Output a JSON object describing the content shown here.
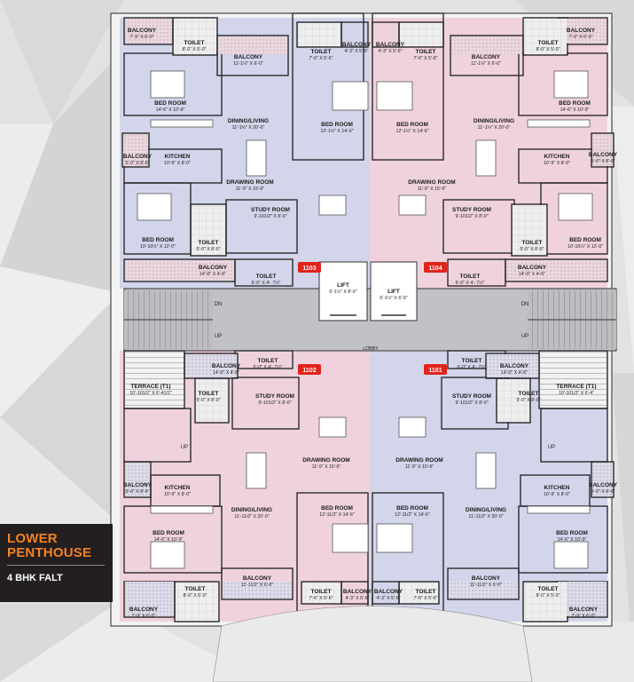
{
  "title": "LOWER PENTHOUSE",
  "subtitle": "4 BHK FALT",
  "flat_numbers": {
    "top_left": "1103",
    "top_right": "1104",
    "bottom_left": "1102",
    "bottom_right": "1101"
  },
  "core": {
    "lobby": "LOBBY",
    "lift_left": {
      "name": "LIFT",
      "dim": "6'-1½\" X 8'-9\""
    },
    "lift_right": {
      "name": "LIFT",
      "dim": "6'-1½\" X 6'-9\""
    },
    "stair_dn": "DN",
    "stair_up": "UP"
  },
  "rooms": {
    "tl": {
      "balcony_corner": [
        "BALCONY",
        "7'-9\" X 6'-0\""
      ],
      "toilet_top": [
        "TOILET",
        "8'-0\" X 5'-0\""
      ],
      "balcony_top": [
        "BALCONY",
        "11'-1½\" X 6'-0\""
      ],
      "bed_1": [
        "BED ROOM",
        "14'-6\" X 10'-9\""
      ],
      "dining": [
        "DINING/LIVING",
        "11'-1½\" X 20'-0\""
      ],
      "bed_master": [
        "BED ROOM",
        "12'-1½\" X 14'-6\""
      ],
      "toilet_master": [
        "TOILET",
        "7'-6\" X 5'-6\""
      ],
      "balcony_master": [
        "BALCONY",
        "4'-3\" X 5'-6\""
      ],
      "balcony_kitchen": [
        "BALCONY",
        "5'-0\" X 8'-6\""
      ],
      "kitchen": [
        "KITCHEN",
        "10'-9\" X 8'-0\""
      ],
      "drawing": [
        "DRAWING ROOM",
        "11'-9\" X 15'-6\""
      ],
      "study": [
        "STUDY ROOM",
        "9'-101/2\" X 8'-0\""
      ],
      "bed_2": [
        "BED ROOM",
        "10'-10½\" X 12'-0\""
      ],
      "toilet_small": [
        "TOILET",
        "5'-0\" X 8'-0\""
      ],
      "balcony_bottom": [
        "BALCONY",
        "14'-0\" X 4'-6\""
      ],
      "toilet_lobby": [
        "TOILET",
        "6'-0\" X 4'- 7½\""
      ]
    },
    "tr": {
      "balcony_corner": [
        "BALCONY",
        "7'-9\" X 6'-0\""
      ],
      "toilet_top": [
        "TOILET",
        "8'-0\" X 5'-0\""
      ],
      "balcony_top": [
        "BALCONY",
        "11'-1½\" X 6'-0\""
      ],
      "bed_1": [
        "BED ROOM",
        "14'-6\" X 10'-9\""
      ],
      "dining": [
        "DINING/LIVING",
        "11'-1½\" X 20'-0\""
      ],
      "bed_master": [
        "BED ROOM",
        "12'-1½\" X 14'-6\""
      ],
      "toilet_master": [
        "TOILET",
        "7'-6\" X 5'-6\""
      ],
      "balcony_master": [
        "BALCONY",
        "4'-3\" X 5'-6\""
      ],
      "balcony_kitchen": [
        "BALCONY",
        "5'-0\" X 8'-6\""
      ],
      "kitchen": [
        "KITCHEN",
        "10'-9\" X 8'-0\""
      ],
      "drawing": [
        "DRAWING ROOM",
        "11'-9\" X 15'-6\""
      ],
      "study": [
        "STUDY ROOM",
        "9'-101/2\" X 8'-0\""
      ],
      "bed_2": [
        "BED ROOM",
        "10'-10½\" X 12'-0\""
      ],
      "toilet_small": [
        "TOILET",
        "5'-0\" X 8'-0\""
      ],
      "balcony_bottom": [
        "BALCONY",
        "14'-0\" X 4'-6\""
      ],
      "toilet_lobby": [
        "TOILET",
        "6'-0\" X 4'- 7½\""
      ]
    },
    "bl": {
      "toilet_lobby": [
        "TOILET",
        "6'-0\" X 4'- 7½\""
      ],
      "terrace": [
        "TERRACE (T1)",
        "10'-101/2\" X 6'-41/2\""
      ],
      "balcony_top": [
        "BALCONY",
        "14'-0\" X 4'-6\""
      ],
      "toilet_small": [
        "TOILET",
        "5'-0\" X 8'-0\""
      ],
      "study": [
        "STUDY ROOM",
        "9'-101/2\" X 8'-0\""
      ],
      "drawing": [
        "DRAWING ROOM",
        "11'-9\" X 15'-6\""
      ],
      "kitchen": [
        "KITCHEN",
        "10'-9\" X 8'-0\""
      ],
      "balcony_kitchen": [
        "BALCONY",
        "5'-0\" X 8'-6\""
      ],
      "dining": [
        "DINING/LIVING",
        "11'-11/2\" X 20'-0\""
      ],
      "bed_master": [
        "BED ROOM",
        "12'-11/2\" X 14'-6\""
      ],
      "bed_1": [
        "BED ROOM",
        "14'-6\" X 10'-9\""
      ],
      "balcony_dining": [
        "BALCONY",
        "11'-11/2\" X 6'-0\""
      ],
      "toilet_bottom": [
        "TOILET",
        "8'-0\" X 5'-0\""
      ],
      "toilet_master": [
        "TOILET",
        "7'-6\" X 5'-6\""
      ],
      "balcony_master": [
        "BALCONY",
        "4'-3\" X 5'-6\""
      ],
      "balcony_corner": [
        "BALCONY",
        "7'-9\" X 6'-0\""
      ],
      "stair_up": "UP"
    },
    "br": {
      "toilet_lobby": [
        "TOILET",
        "6'-0\" X 4'- 7½\""
      ],
      "terrace": [
        "TERRACE (T1)",
        "10'-101/2\" X 6'-4\""
      ],
      "balcony_top": [
        "BALCONY",
        "14'-0\" X 4'-6\""
      ],
      "toilet_small": [
        "TOILET",
        "5'-0\" X 8'-0\""
      ],
      "study": [
        "STUDY ROOM",
        "9'-101/2\" X 8'-0\""
      ],
      "drawing": [
        "DRAWING ROOM",
        "11'-9\" X 15'-6\""
      ],
      "kitchen": [
        "KITCHEN",
        "10'-9\" X 8'-0\""
      ],
      "balcony_kitchen": [
        "BALCONY",
        "5'-0\" X 8'-6\""
      ],
      "dining": [
        "DINING/LIVING",
        "11'-11/2\" X 20'-0\""
      ],
      "bed_master": [
        "BED ROOM",
        "12'-11/2\" X 14'-6\""
      ],
      "bed_1": [
        "BED ROOM",
        "14'-6\" X 10'-9\""
      ],
      "balcony_dining": [
        "BALCONY",
        "11'-11/2\" X 6'-0\""
      ],
      "toilet_bottom": [
        "TOILET",
        "8'-0\" X 5'-0\""
      ],
      "toilet_master": [
        "TOILET",
        "7'-6\" X 5'-6\""
      ],
      "balcony_master": [
        "BALCONY",
        "4'-3\" X 5'-6\""
      ],
      "balcony_corner": [
        "BALCONY",
        "7'-9\" X 6'-0\""
      ],
      "stair_up": "UP"
    }
  },
  "colors": {
    "flat_left": "#d3d5ea",
    "flat_right": "#efd2dd",
    "badge": "#e2231a",
    "label_panel": "#231f20",
    "label_title": "#f58220",
    "core": "#c2c2c6"
  }
}
